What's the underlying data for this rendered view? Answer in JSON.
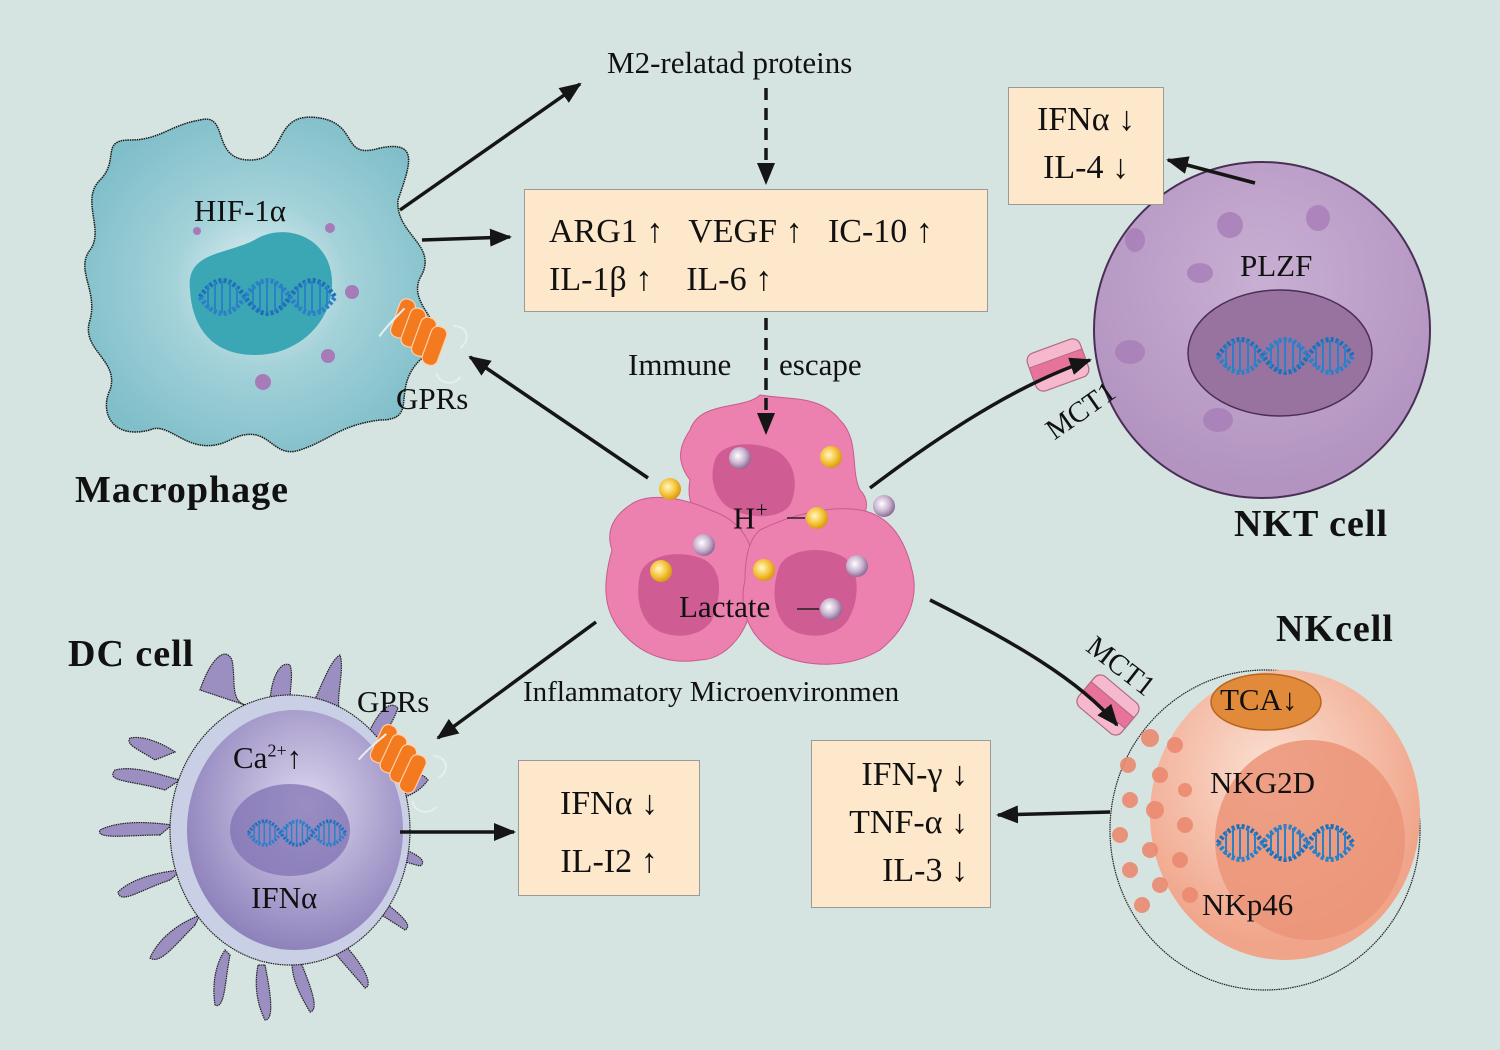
{
  "figure": {
    "background_color": "#d5e4e1",
    "box_color": "#fde8cc"
  },
  "top": {
    "m2_label": "M2-relatad proteins",
    "immune_escape_left": "Immune",
    "immune_escape_right": "escape"
  },
  "center_box": {
    "rows": [
      [
        "ARG1 ↑",
        "VEGF ↑",
        "IC-10 ↑"
      ],
      [
        "IL-1β ↑",
        "IL-6 ↑"
      ]
    ]
  },
  "macrophage": {
    "title": "Macrophage",
    "hif_label": "HIF-1α",
    "receptor_label": "GPRs",
    "color": "#86c3cc"
  },
  "tumor": {
    "h_label": "H",
    "h_superscript": "+",
    "lactate_label": "Lactate",
    "caption": "Inflammatory Microenvironmen",
    "color": "#e87cab"
  },
  "nkt": {
    "title": "NKT cell",
    "plzf_label": "PLZF",
    "transporter_label": "MCT1",
    "box_rows": [
      "IFNα ↓",
      "IL-4 ↓"
    ],
    "color": "#b89ac4"
  },
  "dc": {
    "title": "DC cell",
    "receptor_label": "GPRs",
    "ca_label": "Ca",
    "ca_superscript": "2+",
    "ca_arrow": "↑",
    "ifn_label": "IFNα",
    "box_rows": [
      "IFNα ↓",
      "IL-I2 ↑"
    ],
    "color": "#9b8fc2"
  },
  "nk": {
    "title": "NKcell",
    "transporter_label": "MCT1",
    "tca_label": "TCA↓",
    "nkg2d_label": "NKG2D",
    "nkp46_label": "NKp46",
    "box_rows": [
      "IFN-γ ↓",
      "TNF-α ↓",
      "IL-3 ↓"
    ],
    "color": "#f2a88c"
  }
}
